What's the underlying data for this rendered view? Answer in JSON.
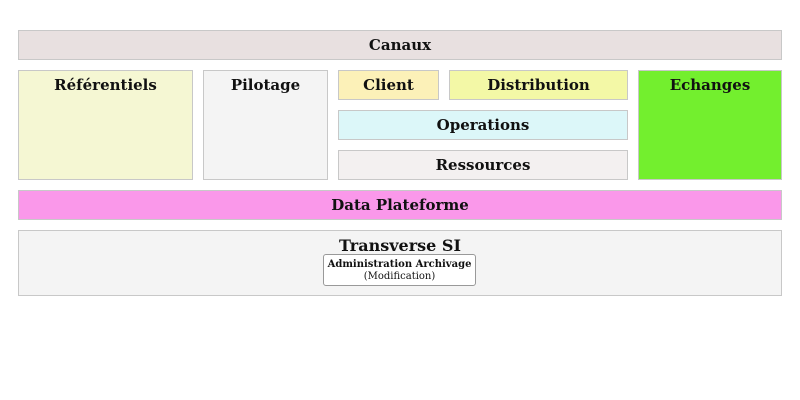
{
  "diagram": {
    "blocks": {
      "canaux": {
        "label": "Canaux",
        "color": "#e8e0e0"
      },
      "referentiels": {
        "label": "Référentiels",
        "color": "#f5f7d3"
      },
      "pilotage": {
        "label": "Pilotage",
        "color": "#f4f4f4"
      },
      "client": {
        "label": "Client",
        "color": "#fcf1b8"
      },
      "distribution": {
        "label": "Distribution",
        "color": "#f3f8a6"
      },
      "operations": {
        "label": "Operations",
        "color": "#dcf7f9"
      },
      "ressources": {
        "label": "Ressources",
        "color": "#f3f0f0"
      },
      "echanges": {
        "label": "Echanges",
        "color": "#73ef2e"
      },
      "data_plateforme": {
        "label": "Data Plateforme",
        "color": "#fa98ea"
      },
      "transverse": {
        "label": "Transverse SI",
        "color": "#f4f4f4",
        "item": {
          "title": "Administration Archivage",
          "note": "(Modification)"
        }
      }
    }
  }
}
